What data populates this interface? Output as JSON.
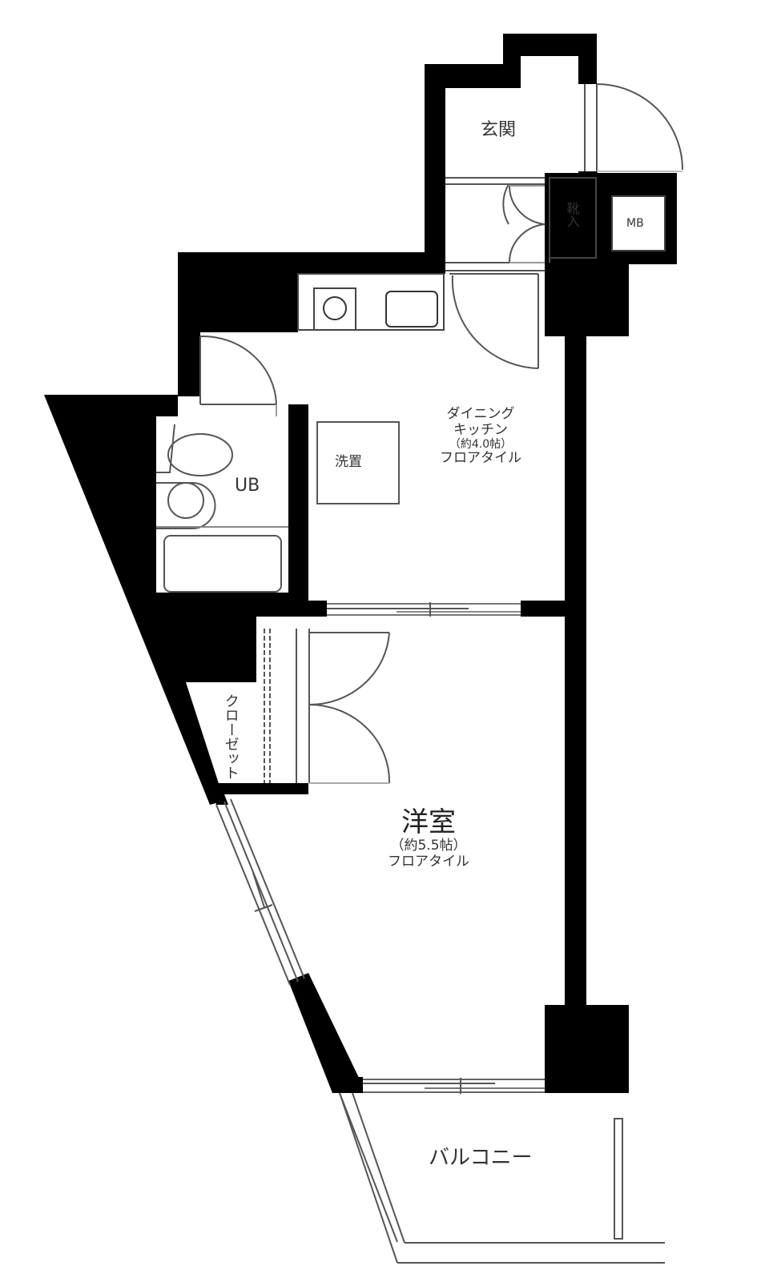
{
  "plan": {
    "type": "floor-plan",
    "layout": "1DK",
    "rooms": {
      "entrance": {
        "label": "玄関"
      },
      "shoe_box": {
        "label": "靴入"
      },
      "meter_box": {
        "label": "MB"
      },
      "dining_kitchen": {
        "name_line1": "ダイニング",
        "name_line2": "キッチン",
        "size": "（約4.0帖）",
        "floor": "フロアタイル"
      },
      "washer_space": {
        "label": "洗置"
      },
      "unit_bath": {
        "label": "UB"
      },
      "closet": {
        "label": "クローゼット"
      },
      "western_room": {
        "name": "洋室",
        "size": "（約5.5帖）",
        "floor": "フロアタイル"
      },
      "balcony": {
        "label": "バルコニー"
      }
    },
    "colors": {
      "wall": "#000000",
      "line": "#555555",
      "background": "#ffffff",
      "text": "#333333"
    }
  }
}
